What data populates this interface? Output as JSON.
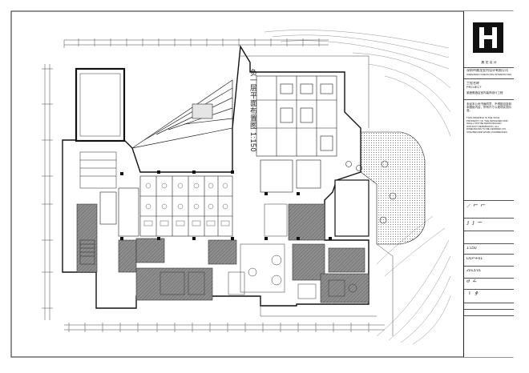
{
  "drawing_title": "负一层平面布置图 1:150",
  "title_block": {
    "company_cn": "深圳市晨龙室内设计有限公司",
    "company_en": "SHENZHEN CHENLONG INTERIOR DESIGN CO., LTD.",
    "project_label": "工程名称",
    "project_en": "PROJECT",
    "project_name": "某度假酒店室内装饰设计工程",
    "notes": "未经本公司书面同意，不得擅自复制本图纸内容，所有尺寸以现场实测为准。",
    "notes_en": "THIS DRAWING IS THE SOLE PROPERTY OF THE DESIGNER AND SHALL NOT BE REPRODUCED WITHOUT PERMISSION. ALL DIMENSIONS TO BE VERIFIED ON SITE BEFORE WORK COMMENCES.",
    "scale": "1:150",
    "drawing_no": "DLP-F01",
    "date": "2013.01",
    "logo_text": "晨 龙 设 计"
  },
  "colors": {
    "line": "#222222",
    "hatch": "#9a9a9a",
    "hatch_dark": "#6a6a6a",
    "paper": "#ffffff"
  }
}
